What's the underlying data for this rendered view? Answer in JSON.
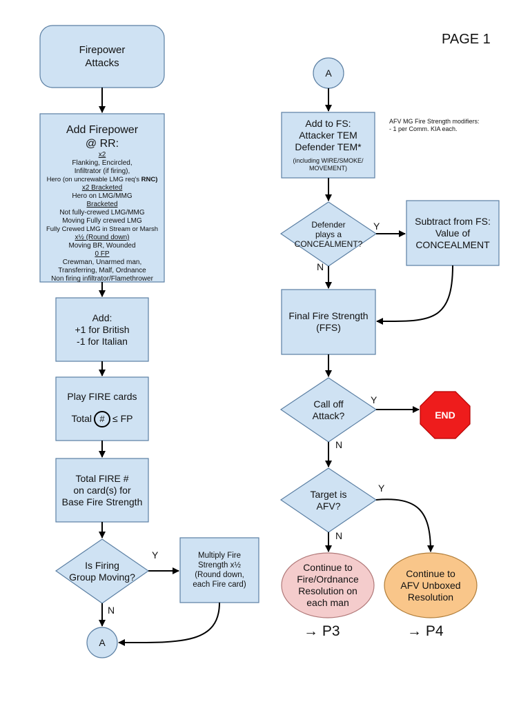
{
  "page_label": "PAGE 1",
  "colors": {
    "box_fill": "#cfe2f3",
    "box_stroke": "#5b7fa3",
    "end_fill": "#ee1c1c",
    "pink": "#f4cccc",
    "orange": "#f9c68a"
  },
  "start": {
    "line1": "Firepower",
    "line2": "Attacks"
  },
  "add_fp": {
    "title1": "Add Firepower",
    "title2": "@ RR:",
    "x2_head": "x2",
    "x2_items": [
      "Flanking, Encircled,",
      "Infiltrator (if firing),"
    ],
    "hero_text": "Hero (on uncrewable LMG req's ",
    "hero_bold": "RNC)",
    "x2b_head": "x2 Bracketed",
    "x2b_item": "Hero on LMG/MMG",
    "br_head": "Bracketed",
    "br_items": [
      "Not fully-crewed LMG/MMG",
      "Moving Fully crewed LMG",
      "Fully Crewed LMG in Stream or Marsh"
    ],
    "half_head": "x½ (Round down)",
    "half_item": "Moving BR, Wounded",
    "zero_head": "0 FP",
    "zero_items": [
      "Crewman, Unarmed man,",
      "Transferring, Malf, Ordnance",
      "Non firing infiltrator/Flamethrower"
    ]
  },
  "add_nat": {
    "line1": "Add:",
    "line2": "+1 for British",
    "line3": "-1 for Italian"
  },
  "play_fire": {
    "line1": "Play FIRE cards",
    "total": "Total",
    "hash": "#",
    "le_fp": "≤ FP"
  },
  "total_fire": {
    "line1": "Total FIRE #",
    "line2": "on card(s) for",
    "line3": "Base Fire Strength"
  },
  "is_moving": {
    "line1": "Is Firing",
    "line2": "Group Moving?"
  },
  "multiply": {
    "line1": "Multiply Fire",
    "line2": "Strength x½",
    "line3": "(Round down,",
    "line4": "each Fire card)"
  },
  "connector": "A",
  "add_fs": {
    "line1": "Add to FS:",
    "line2": "Attacker TEM",
    "line3": "Defender TEM*",
    "note1": "(including WIRE/SMOKE/",
    "note2": "MOVEMENT)"
  },
  "afv_note": {
    "line1": "AFV MG Fire Strength modifiers:",
    "line2": "- 1 per Comm. KIA each."
  },
  "concealment_q": {
    "line1": "Defender",
    "line2": "plays a",
    "line3": "CONCEALMENT?"
  },
  "subtract": {
    "line1": "Subtract from FS:",
    "line2": "Value of",
    "line3": "CONCEALMENT"
  },
  "ffs": {
    "line1": "Final Fire Strength",
    "line2": "(FFS)"
  },
  "call_off": {
    "line1": "Call off",
    "line2": "Attack?"
  },
  "end": "END",
  "target_afv": {
    "line1": "Target is",
    "line2": "AFV?"
  },
  "cont_fire": {
    "line1": "Continue to",
    "line2": "Fire/Ordnance",
    "line3": "Resolution on",
    "line4": "each man"
  },
  "cont_afv": {
    "line1": "Continue to",
    "line2": "AFV Unboxed",
    "line3": "Resolution"
  },
  "p3": "→ P3",
  "p4": "→ P4",
  "labels": {
    "y": "Y",
    "n": "N"
  }
}
